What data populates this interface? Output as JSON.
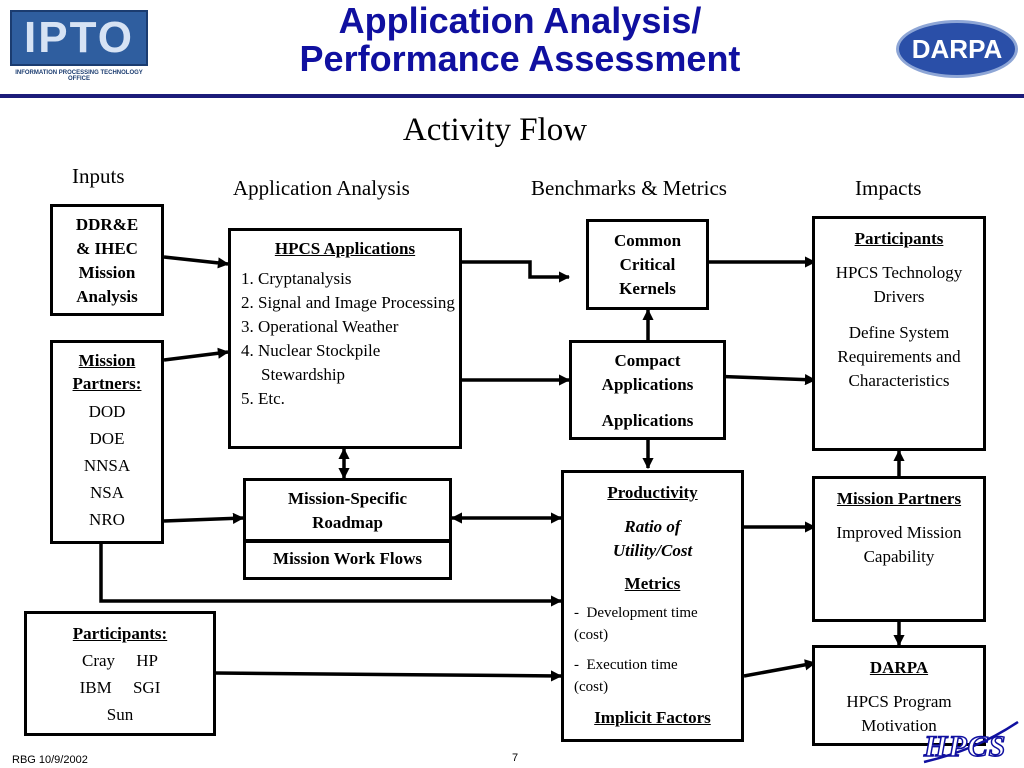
{
  "header": {
    "title_line1": "Application Analysis/",
    "title_line2": "Performance Assessment",
    "subtitle": "Activity Flow",
    "left_logo_text": "IPTO",
    "left_logo_caption": "INFORMATION PROCESSING TECHNOLOGY OFFICE",
    "right_logo_text": "DARPA"
  },
  "columns": {
    "inputs": "Inputs",
    "analysis": "Application Analysis",
    "benchmarks": "Benchmarks & Metrics",
    "impacts": "Impacts"
  },
  "boxes": {
    "ddr": {
      "line1": "DDR&E",
      "line2": "& IHEC",
      "line3": "Mission",
      "line4": "Analysis"
    },
    "mission_partners_input": {
      "heading1": "Mission",
      "heading2": "Partners:",
      "items": [
        "DOD",
        "DOE",
        "NNSA",
        "NSA",
        "NRO"
      ]
    },
    "participants_input": {
      "heading": "Participants:",
      "row1": "Cray     HP",
      "row2": "IBM     SGI",
      "row3": "Sun"
    },
    "hpcs_apps": {
      "heading": "HPCS Applications",
      "items": [
        "1. Cryptanalysis",
        "2. Signal and Image Processing",
        "3. Operational Weather",
        "4. Nuclear Stockpile Stewardship",
        "5. Etc."
      ]
    },
    "roadmap": {
      "line1": "Mission-Specific",
      "line2": "Roadmap"
    },
    "workflows": {
      "label": "Mission Work Flows"
    },
    "kernels": {
      "line1": "Common",
      "line2": "Critical",
      "line3": "Kernels"
    },
    "compact": {
      "line1": "Compact",
      "line2": "Applications",
      "line3": "Applications"
    },
    "productivity": {
      "heading": "Productivity",
      "ratio1": "Ratio of",
      "ratio2": "Utility/Cost",
      "metrics": "Metrics",
      "dev1": "-  Development time",
      "dev2": "(cost)",
      "exec1": "-  Execution time",
      "exec2": "(cost)",
      "implicit": "Implicit Factors"
    },
    "participants_impact": {
      "heading": "Participants",
      "l1": "HPCS Technology",
      "l2": "Drivers",
      "l3": "Define System",
      "l4": "Requirements and",
      "l5": "Characteristics"
    },
    "mission_partners_impact": {
      "heading": "Mission Partners",
      "l1": "Improved Mission",
      "l2": "Capability"
    },
    "darpa_impact": {
      "heading": "DARPA",
      "l1": "HPCS Program",
      "l2": "Motivation"
    }
  },
  "footer": {
    "left": "RBG 10/9/2002",
    "page": "7",
    "logo": "HPCS"
  },
  "colors": {
    "title": "#1010a0",
    "rule": "#1c1c7a",
    "darpa_logo": "#2a4fa8"
  }
}
